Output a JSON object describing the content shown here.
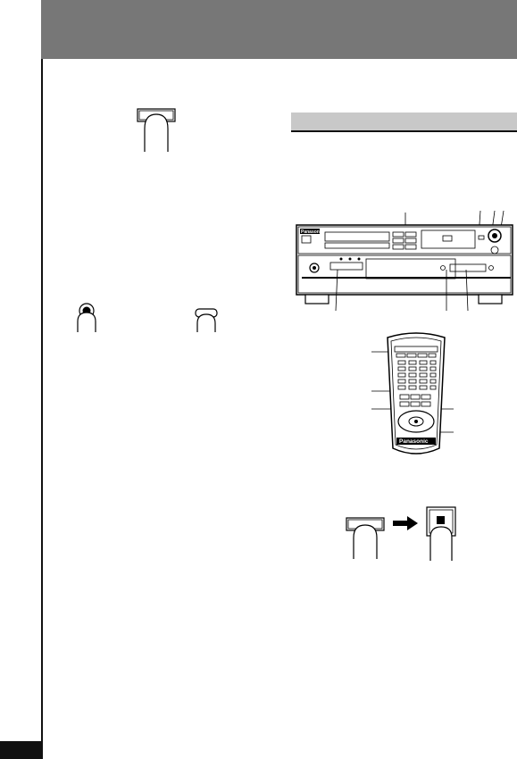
{
  "brand": {
    "deck": "Panasonic",
    "remote": "Panasonic"
  },
  "illustrations": {
    "finger_press_button": "finger-pressing-rectangular-button",
    "finger_press_record": "finger-pressing-round-record-button",
    "finger_press_oval": "finger-pressing-oval-button",
    "deck": "cd-recorder-front-panel",
    "remote": "remote-control",
    "arrow": "arrow-right-icon",
    "stop": "stop-button-icon"
  },
  "colors": {
    "header": "#777777",
    "section_bar": "#c8c8c8",
    "page_tab": "#111111"
  }
}
